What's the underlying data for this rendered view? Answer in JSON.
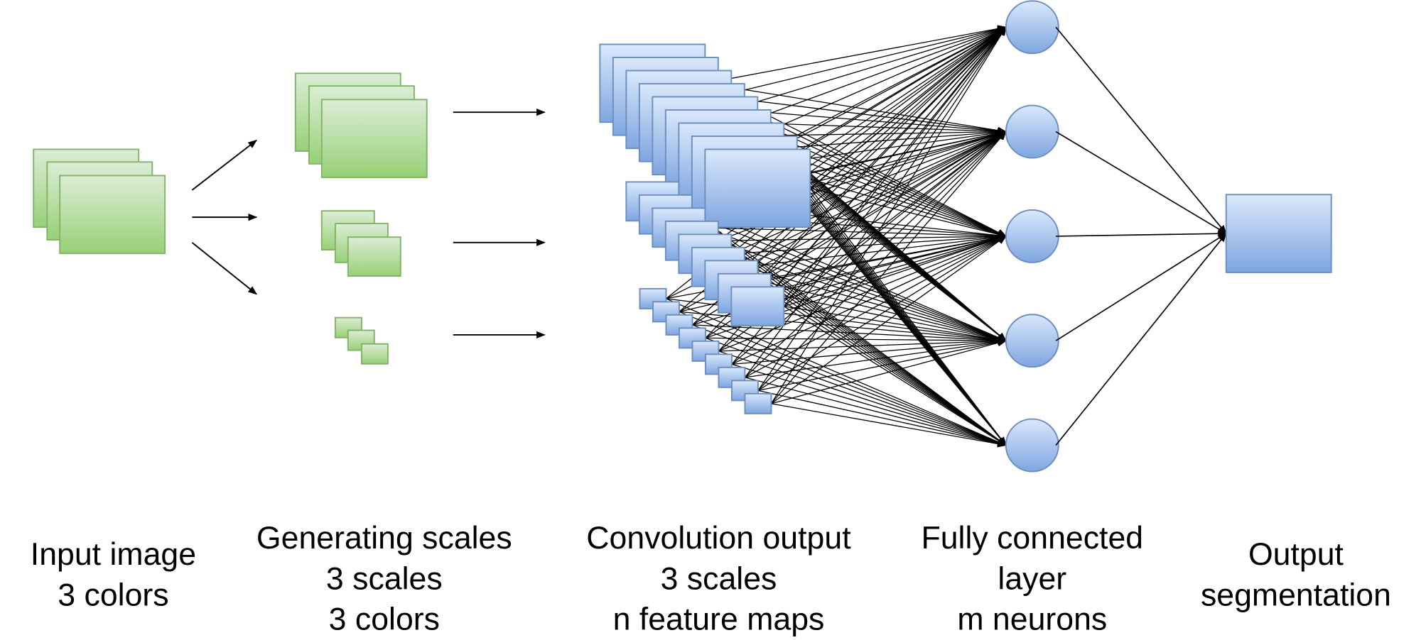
{
  "captions": {
    "input": [
      "Input image",
      "3 colors"
    ],
    "scales": [
      "Generating scales",
      "3 scales",
      "3 colors"
    ],
    "conv": [
      "Convolution output",
      "3 scales",
      "n feature maps"
    ],
    "fc": [
      "Fully connected",
      "layer",
      "m neurons"
    ],
    "output": [
      "Output",
      "segmentation"
    ]
  },
  "colors": {
    "green_light": "#dcedd6",
    "green_dark": "#97d077",
    "green_stroke": "#82b366",
    "blue_light": "#dae8fc",
    "blue_dark": "#7ea6e0",
    "blue_stroke": "#6c8ebf",
    "line": "#000000"
  },
  "network": {
    "feature_maps_per_scale": 9,
    "neuron_count": 5
  }
}
